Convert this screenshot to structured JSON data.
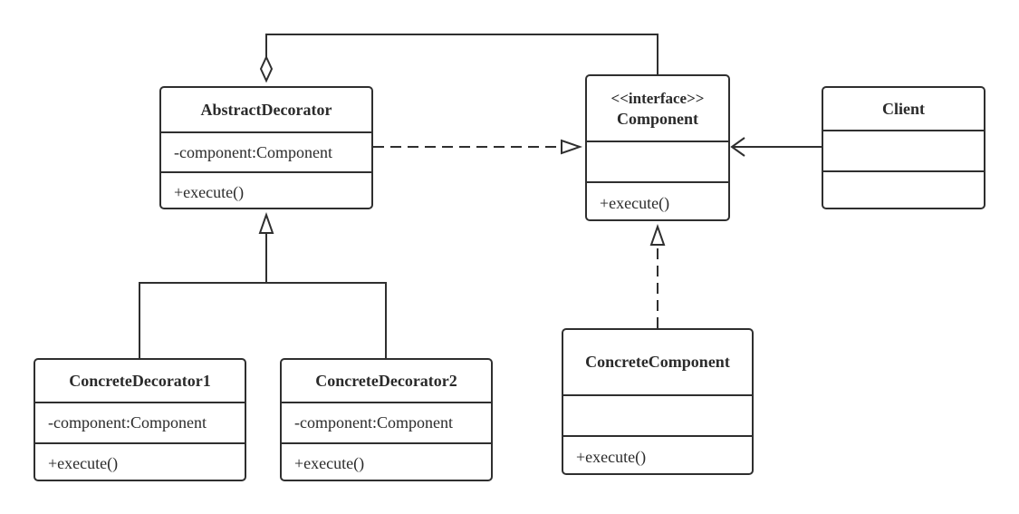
{
  "colors": {
    "line": "#2f2f2f",
    "background": "#ffffff",
    "text": "#2b2b2b"
  },
  "classes": {
    "abstract_decorator": {
      "name": "AbstractDecorator",
      "attribute": "-component:Component",
      "method": "+execute()"
    },
    "component": {
      "stereotype": "<<interface>>",
      "name": "Component",
      "attribute": "",
      "method": "+execute()"
    },
    "client": {
      "name": "Client",
      "attribute": "",
      "method": ""
    },
    "concrete_decorator_1": {
      "name": "ConcreteDecorator1",
      "attribute": "-component:Component",
      "method": "+execute()"
    },
    "concrete_decorator_2": {
      "name": "ConcreteDecorator2",
      "attribute": "-component:Component",
      "method": "+execute()"
    },
    "concrete_component": {
      "name": "ConcreteComponent",
      "attribute": "",
      "method": "+execute()"
    }
  },
  "relationships": [
    {
      "type": "aggregation",
      "from": "Component",
      "to": "AbstractDecorator"
    },
    {
      "type": "realization",
      "from": "AbstractDecorator",
      "to": "Component"
    },
    {
      "type": "association",
      "from": "Client",
      "to": "Component"
    },
    {
      "type": "generalization",
      "from": "ConcreteDecorator1",
      "to": "AbstractDecorator"
    },
    {
      "type": "generalization",
      "from": "ConcreteDecorator2",
      "to": "AbstractDecorator"
    },
    {
      "type": "realization",
      "from": "ConcreteComponent",
      "to": "Component"
    }
  ]
}
